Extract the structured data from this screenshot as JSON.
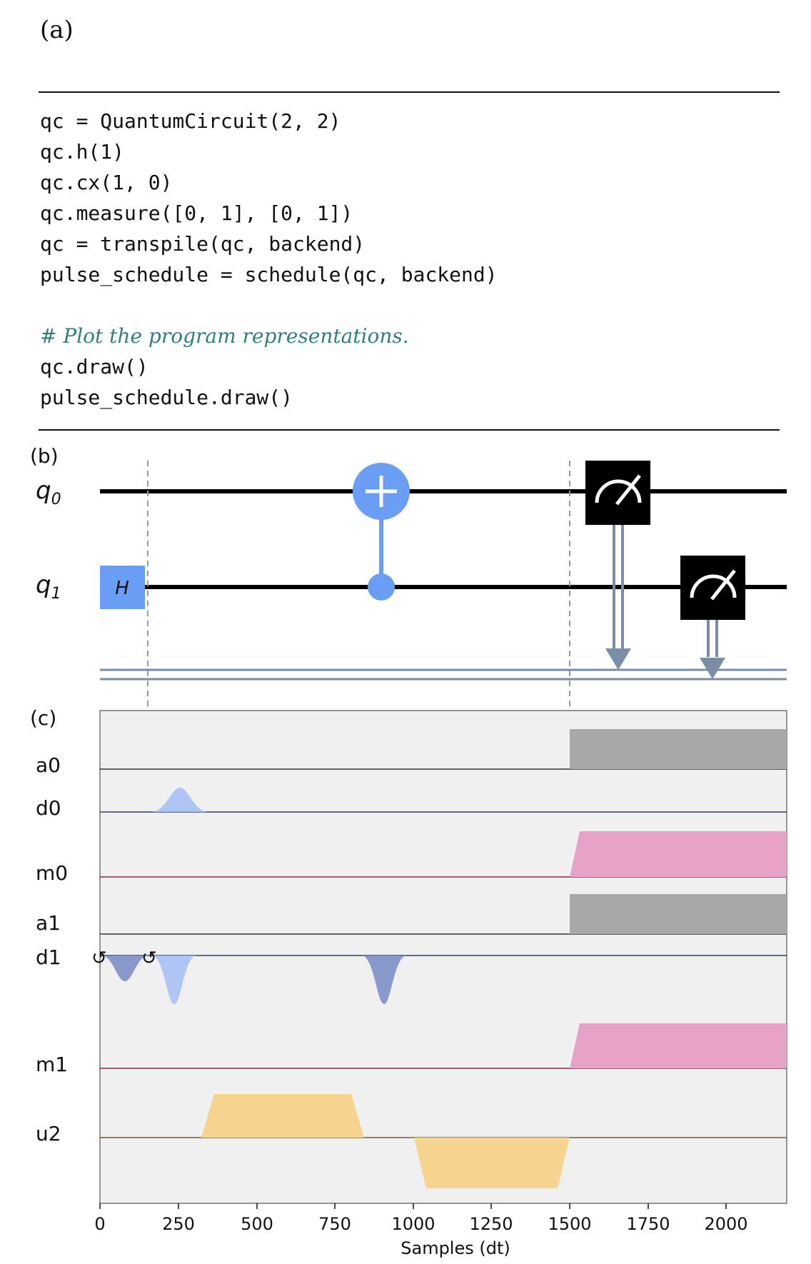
{
  "panel_a": {
    "label": "(a)",
    "code_lines": [
      "qc = QuantumCircuit(2, 2)",
      "qc.h(1)",
      "qc.cx(1, 0)",
      "qc.measure([0, 1], [0, 1])",
      "qc = transpile(qc, backend)",
      "pulse_schedule = schedule(qc, backend)",
      "",
      "# Plot the program representations.",
      "qc.draw()",
      "pulse_schedule.draw()"
    ]
  },
  "panel_b": {
    "label": "(b)",
    "qubits": [
      "q",
      "q"
    ],
    "qubit_subscripts": [
      "0",
      "1"
    ],
    "h_gate_label": "H",
    "colors": {
      "gate": "#6a9ef5",
      "measure": "#000000",
      "classical_wire": "#7a8ca6"
    }
  },
  "panel_c": {
    "label": "(c)",
    "channels": [
      "a0",
      "d0",
      "m0",
      "a1",
      "d1",
      "m1",
      "u2"
    ],
    "x_ticks": [
      "0",
      "250",
      "500",
      "750",
      "1000",
      "1250",
      "1500",
      "1750",
      "2000"
    ],
    "x_label": "Samples (dt)",
    "phase_symbol": "↺",
    "colors": {
      "acquire": "#a8a8a8",
      "drive": "#a7c1f4",
      "drive_dark": "#7d8fc4",
      "measure": "#e6a3c7",
      "control": "#f5d48d",
      "background": "#f0f0f0"
    }
  }
}
